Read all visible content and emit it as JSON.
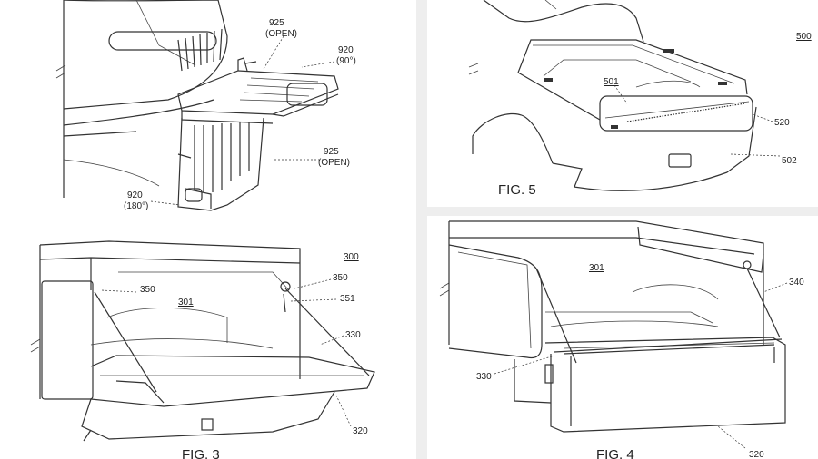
{
  "figures": {
    "top_left": {
      "labels": {
        "ref_925_top": "925",
        "ref_925_top_state": "(OPEN)",
        "ref_920_top": "920",
        "ref_920_top_state": "(90°)",
        "ref_925_mid": "925",
        "ref_925_mid_state": "(OPEN)",
        "ref_920_bottom": "920",
        "ref_920_bottom_state": "(180°)"
      }
    },
    "fig5": {
      "caption": "FIG. 5",
      "labels": {
        "ref_500": "500",
        "ref_501": "501",
        "ref_520": "520",
        "ref_502": "502"
      }
    },
    "fig3": {
      "caption": "FIG. 3",
      "labels": {
        "ref_300": "300",
        "ref_350_left": "350",
        "ref_301": "301",
        "ref_350_right": "350",
        "ref_351": "351",
        "ref_330": "330",
        "ref_320": "320"
      }
    },
    "fig4": {
      "caption": "FIG. 4",
      "labels": {
        "ref_301": "301",
        "ref_340": "340",
        "ref_330": "330",
        "ref_320": "320"
      }
    }
  },
  "colors": {
    "page_background": "#ffffff",
    "panel_gap": "#eeeeee",
    "line": "#333333"
  }
}
